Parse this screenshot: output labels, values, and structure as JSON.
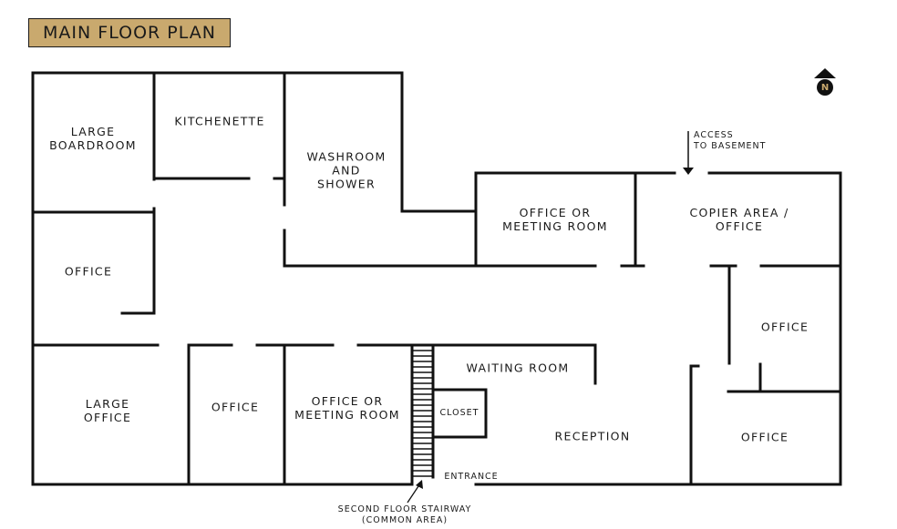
{
  "title": "MAIN FLOOR PLAN",
  "colors": {
    "badge": "#c9a96e",
    "walls": "#111111",
    "north_letter": "#c9a96e"
  },
  "north_indicator": {
    "icon": "north-arrow-icon",
    "letter": "N"
  },
  "rooms": {
    "large_boardroom": {
      "line1": "LARGE",
      "line2": "BOARDROOM"
    },
    "kitchenette": {
      "line1": "KITCHENETTE"
    },
    "washroom": {
      "line1": "WASHROOM",
      "line2": "AND",
      "line3": "SHOWER"
    },
    "office_meeting_top": {
      "line1": "OFFICE OR",
      "line2": "MEETING ROOM"
    },
    "copier": {
      "line1": "COPIER AREA /",
      "line2": "OFFICE"
    },
    "office_left": {
      "line1": "OFFICE"
    },
    "office_right_upper": {
      "line1": "OFFICE"
    },
    "office_right_lower": {
      "line1": "OFFICE"
    },
    "large_office": {
      "line1": "LARGE",
      "line2": "OFFICE"
    },
    "office_bottom": {
      "line1": "OFFICE"
    },
    "office_meeting_bottom": {
      "line1": "OFFICE OR",
      "line2": "MEETING ROOM"
    },
    "waiting_room": {
      "line1": "WAITING ROOM"
    },
    "closet": {
      "line1": "CLOSET"
    },
    "reception": {
      "line1": "RECEPTION"
    }
  },
  "annotations": {
    "basement": {
      "line1": "ACCESS",
      "line2": "TO BASEMENT"
    },
    "entrance": "ENTRANCE",
    "stairway": {
      "line1": "SECOND FLOOR STAIRWAY",
      "line2": "(COMMON AREA)"
    }
  }
}
